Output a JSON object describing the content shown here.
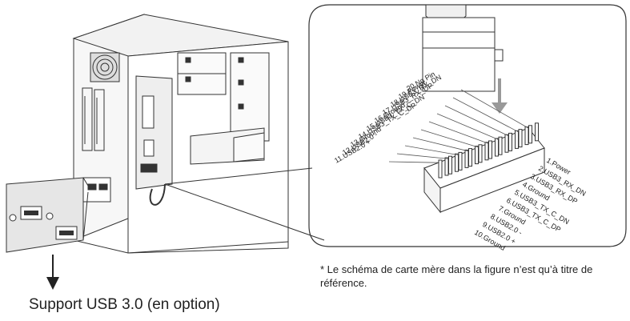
{
  "header": {
    "pins_left": [
      "20.No Pin",
      "19.Power",
      "18.USB3_RX_DN",
      "17.USB3_RX_DP",
      "16.Ground",
      "15.USB3_TX_C_DN",
      "14.USB3_TX_C_DP",
      "13.Ground",
      "12.USB2.0 -",
      "11.USB2.0 +"
    ],
    "pins_right": [
      "1.Power",
      "2.USB3_RX_DN",
      "3.USB3_RX_DP",
      "4.Ground",
      "5.USB3_TX_C_DN",
      "6.USB3_TX_C_DP",
      "7.Ground",
      "8.USB2.0 -",
      "9.USB2.0 +",
      "10.Ground"
    ]
  },
  "caption": "Support USB 3.0 (en option)",
  "note": "* Le schéma de carte mère dans la figure n’est qu’à titre de référence.",
  "colors": {
    "line": "#333333",
    "arrow_dark": "#222222",
    "arrow_gray": "#999999",
    "panel": "#e6e6e6"
  },
  "icons": [
    "usb-port-icon",
    "down-arrow-icon",
    "connector-plug-icon",
    "pin-header-icon"
  ]
}
